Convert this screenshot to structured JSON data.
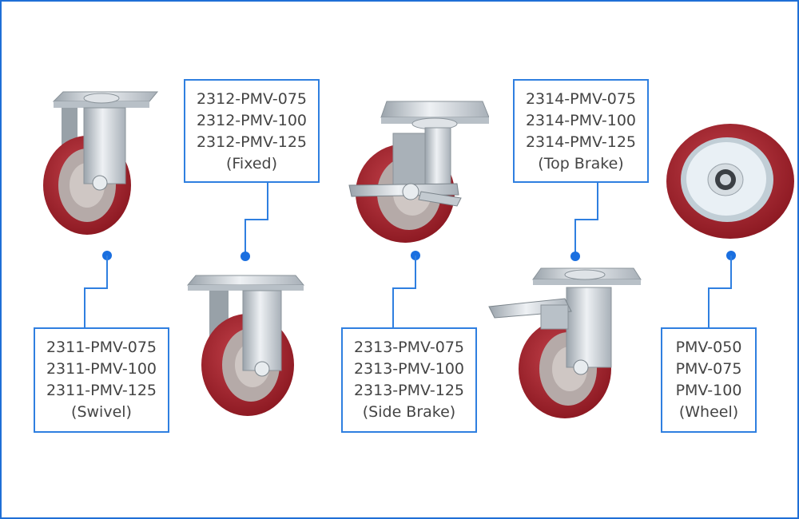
{
  "colors": {
    "frame_border": "#1f6fd6",
    "connector": "#2f7fe0",
    "label_text": "#444444",
    "wheel_tread": "#a3212b",
    "hub": "#c9c2c0",
    "metal": "#cfd6dc"
  },
  "products": [
    {
      "name": "swivel-caster",
      "icon": "swivel-caster-icon",
      "lines": [
        "2311-PMV-075",
        "2311-PMV-100",
        "2311-PMV-125",
        "(Swivel)"
      ]
    },
    {
      "name": "fixed-caster",
      "icon": "fixed-caster-icon",
      "lines": [
        "2312-PMV-075",
        "2312-PMV-100",
        "2312-PMV-125",
        "(Fixed)"
      ]
    },
    {
      "name": "side-brake-caster",
      "icon": "side-brake-caster-icon",
      "lines": [
        "2313-PMV-075",
        "2313-PMV-100",
        "2313-PMV-125",
        "(Side Brake)"
      ]
    },
    {
      "name": "top-brake-caster",
      "icon": "top-brake-caster-icon",
      "lines": [
        "2314-PMV-075",
        "2314-PMV-100",
        "2314-PMV-125",
        "(Top Brake)"
      ]
    },
    {
      "name": "wheel",
      "icon": "wheel-icon",
      "lines": [
        "PMV-050",
        "PMV-075",
        "PMV-100",
        "(Wheel)"
      ]
    }
  ]
}
